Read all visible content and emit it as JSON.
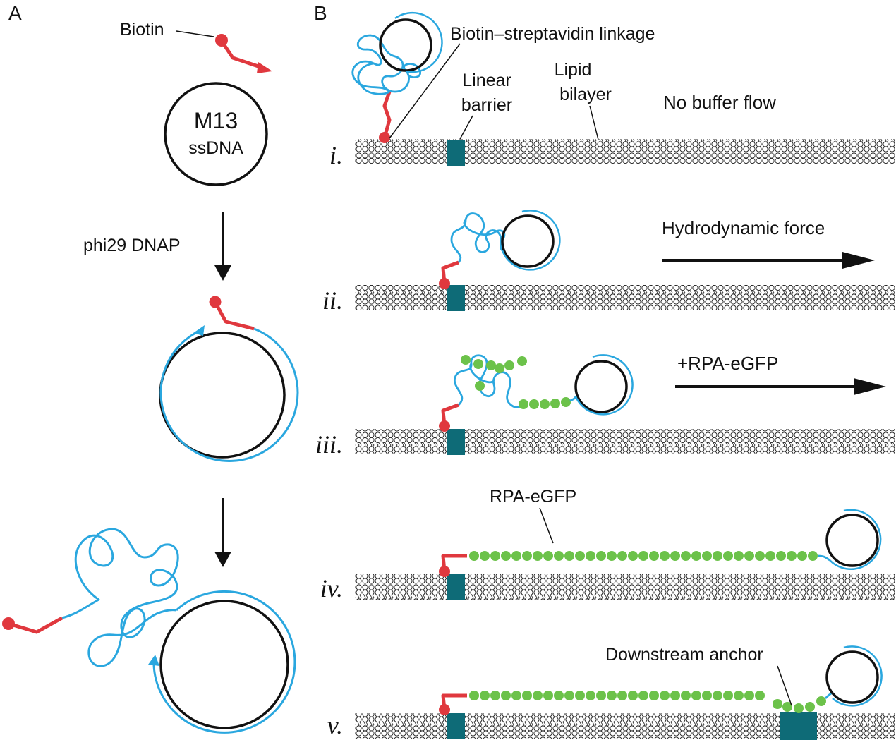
{
  "panel_a": {
    "letter": "A",
    "biotin_label": "Biotin",
    "circle_title": "M13",
    "circle_sub": "ssDNA",
    "step_label": "phi29 DNAP"
  },
  "panel_b": {
    "letter": "B",
    "linkage_label": "Biotin–streptavidin linkage",
    "barrier_label_1": "Linear",
    "barrier_label_2": "barrier",
    "bilayer_label_1": "Lipid",
    "bilayer_label_2": "bilayer",
    "no_flow_label": "No buffer flow",
    "force_label": "Hydrodynamic force",
    "rpa_add_label": "+RPA-eGFP",
    "rpa_label": "RPA-eGFP",
    "anchor_label": "Downstream anchor",
    "rows": [
      "i.",
      "ii.",
      "iii.",
      "iv.",
      "v."
    ]
  },
  "colors": {
    "biotin": "#e0383e",
    "ssdna": "#2aa7df",
    "circle": "#111111",
    "barrier": "#0e6b77",
    "rpa": "#6cc24a",
    "lipid": "#222222"
  }
}
